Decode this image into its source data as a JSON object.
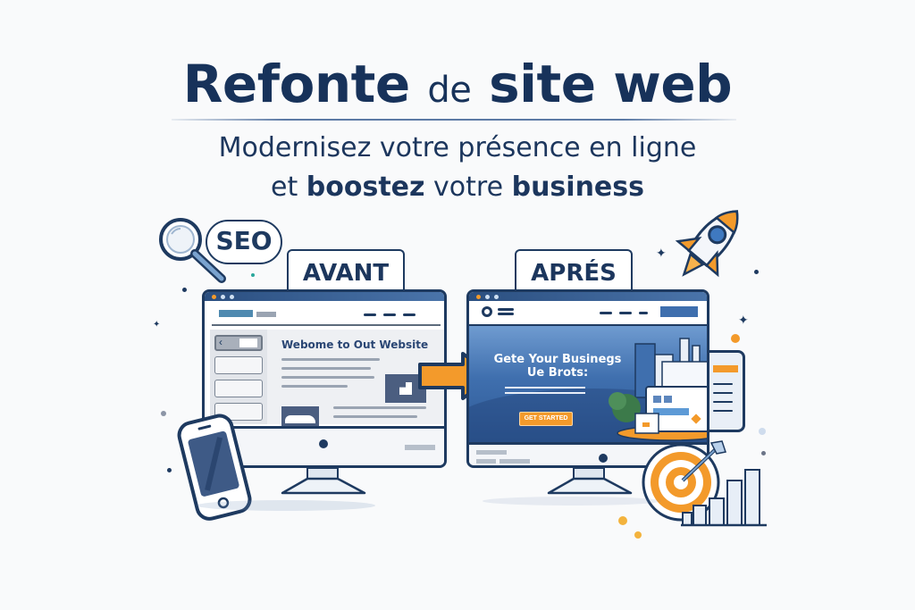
{
  "header": {
    "title_part1": "Refonte",
    "title_part2": "de",
    "title_part3": "site web",
    "subtitle_line1": "Modernisez votre présence en ligne",
    "subtitle_line2_part1": "et",
    "subtitle_line2_part2": "boostez",
    "subtitle_line2_part3": "votre",
    "subtitle_line2_part4": "business"
  },
  "seo_badge": {
    "label": "SEO",
    "icon": "magnifier-icon"
  },
  "before": {
    "label": "AVANT",
    "site_heading": "Webome to Out Website"
  },
  "after": {
    "label": "APRÉS",
    "hero_heading_line1": "Gete Your Businegs",
    "hero_heading_line2": "Ue Brots:",
    "cta_label": "GET STARTED"
  },
  "colors": {
    "navy": "#1e3a60",
    "accent_orange": "#f39a2b",
    "hero_blue": "#3f6fae",
    "light_gray": "#eef0f3"
  },
  "icons": [
    "magnifier-icon",
    "rocket-icon",
    "arrow-right-icon",
    "smartphone-icon",
    "target-icon",
    "bar-chart-icon",
    "sparkle-icon"
  ]
}
